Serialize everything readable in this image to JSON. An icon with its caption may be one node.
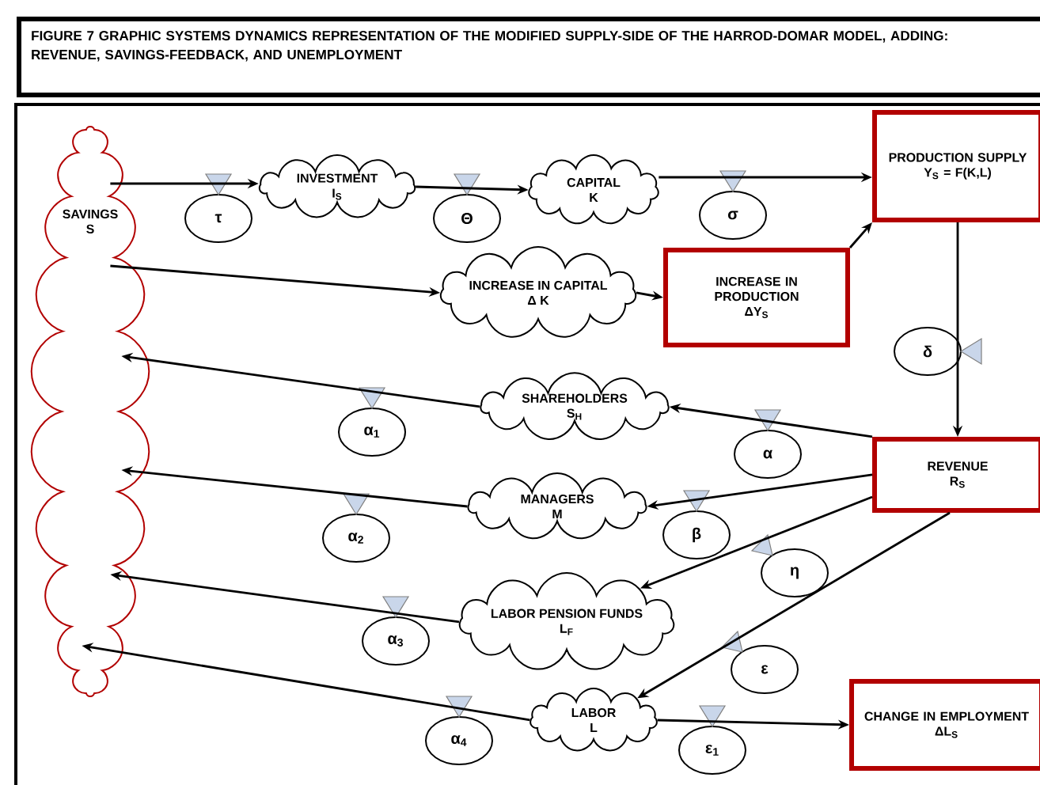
{
  "diagram": {
    "title": "FIGURE 7 GRAPHIC SYSTEMS DYNAMICS REPRESENTATION OF THE MODIFIED SUPPLY-SIDE OF THE HARROD-DOMAR MODEL, ADDING: REVENUE, SAVINGS-FEEDBACK, AND UNEMPLOYMENT",
    "nodes": [
      {
        "text": [
          "SAVINGS",
          "S"
        ]
      },
      {
        "text": [
          "INVESTMENT",
          "I$_{S}$"
        ]
      },
      {
        "text": [
          "CAPITAL",
          "K"
        ]
      },
      {
        "text": [
          "PRODUCTION SUPPLY",
          "Y$_{S}$ = F(K,L)"
        ]
      },
      {
        "text": [
          "INCREASE IN CAPITAL",
          "Δ K"
        ]
      },
      {
        "text": [
          "INCREASE IN PRODUCTION",
          "ΔY$_{S}$"
        ]
      },
      {
        "text": [
          "SHAREHOLDERS",
          "S$_{H}$"
        ]
      },
      {
        "text": [
          "REVENUE",
          "R$_{S}$"
        ]
      },
      {
        "text": [
          "MANAGERS",
          "M"
        ]
      },
      {
        "text": [
          "LABOR PENSION FUNDS",
          "L$_{F}$"
        ]
      },
      {
        "text": [
          "LABOR",
          "L"
        ]
      },
      {
        "text": [
          "CHANGE IN EMPLOYMENT",
          "ΔL$_{S}$"
        ]
      },
      {
        "text": [
          "τ"
        ]
      },
      {
        "text": [
          "Θ"
        ]
      },
      {
        "text": [
          "σ"
        ]
      },
      {
        "text": [
          "δ"
        ]
      },
      {
        "text": [
          "α$_{1}$"
        ]
      },
      {
        "text": [
          "α"
        ]
      },
      {
        "text": [
          "α$_{2}$"
        ]
      },
      {
        "text": [
          "β"
        ]
      },
      {
        "text": [
          "η"
        ]
      },
      {
        "text": [
          "α$_{3}$"
        ]
      },
      {
        "text": [
          "ε"
        ]
      },
      {
        "text": [
          "α$_{4}$"
        ]
      },
      {
        "text": [
          "ε$_{1}$"
        ]
      }
    ],
    "edges": [
      {
        "from": 0,
        "to": 1,
        "arrow": "to"
      },
      {
        "from": 1,
        "to": 2,
        "arrow": "to"
      },
      {
        "from": 2,
        "to": 3,
        "arrow": "to"
      },
      {
        "from": 0,
        "to": 4,
        "arrow": "to"
      },
      {
        "from": 4,
        "to": 5,
        "arrow": "to"
      },
      {
        "from": 5,
        "to": 3,
        "arrow": "to"
      },
      {
        "from": 3,
        "to": 7,
        "arrow": "to"
      },
      {
        "from": 7,
        "to": 6,
        "arrow": "to"
      },
      {
        "from": 6,
        "to": 0,
        "arrow": "to"
      },
      {
        "from": 7,
        "to": 8,
        "arrow": "to"
      },
      {
        "from": 8,
        "to": 0,
        "arrow": "to"
      },
      {
        "from": 7,
        "to": 9,
        "arrow": "to"
      },
      {
        "from": 9,
        "to": 0,
        "arrow": "to"
      },
      {
        "from": 7,
        "to": 10,
        "arrow": "to"
      },
      {
        "from": 10,
        "to": 0,
        "arrow": "to"
      },
      {
        "from": 10,
        "to": 11,
        "arrow": "to"
      }
    ]
  }
}
